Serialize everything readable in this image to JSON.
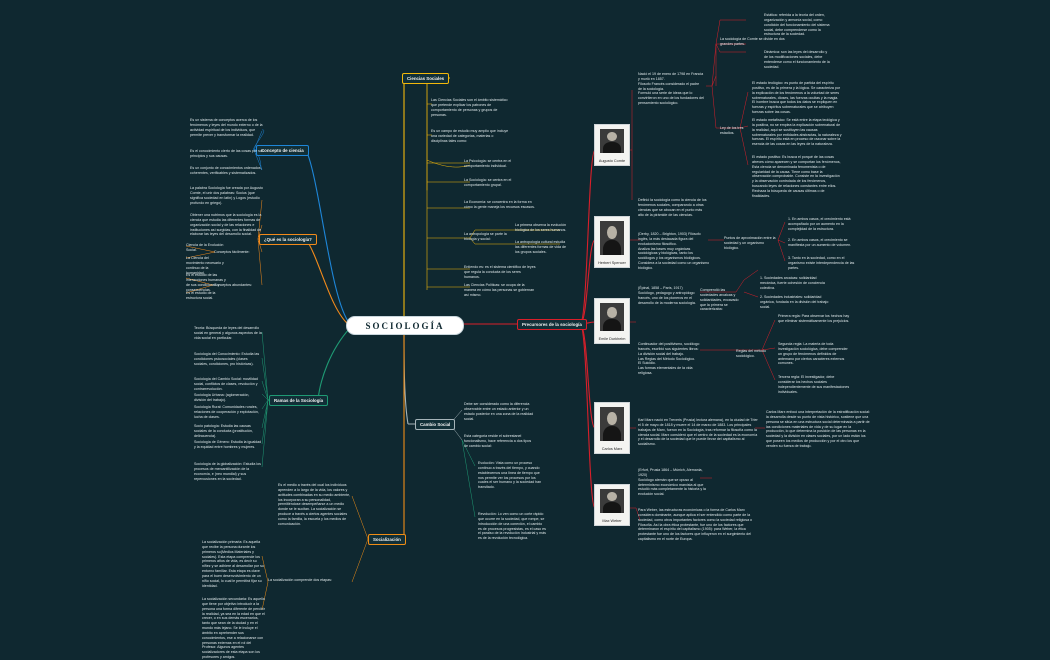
{
  "root": {
    "label": "SOCIOLOGÍA"
  },
  "colors": {
    "background": "#0f2830",
    "ciencias": "#f2b80b",
    "concepto": "#1e86d8",
    "que_es": "#f28a1b",
    "ramas": "#1f9a74",
    "cambio": "#a5b4b9",
    "precursores": "#d91f2a",
    "socializacion": "#ef8d16"
  },
  "branches": {
    "ciencias_sociales": {
      "label": "Ciencias Sociales",
      "items": [
        "Las Ciencias Sociales son el ámbito sistemático que pretende explicar los patrones de comportamiento de personas y grupos de personas.",
        "Es un campo de estudio muy amplio que incluye una variedad de categorías, materias o disciplinas tales como:",
        "La Psicología: se centra en el comportamiento individual.",
        "La Sociología: se centra en el comportamiento grupal.",
        "La Economía: se concentra en la forma en cómo la gente maneja los recursos escasos.",
        "La antropología se parte la biología y social:",
        "Entiendo es: es el sistema científico de leyes que regula la conducta de los seres humanos.",
        "Las Ciencias Políticas: se ocupa de la manera en cómo las personas se gobiernan así mismo."
      ],
      "antropologia": [
        "La primera observa la evolución biológica de los seres humanos.",
        "La antropología cultural estudia las diferentes formas de vida de los grupos sociales."
      ]
    },
    "concepto_ciencia": {
      "label": "Concepto de ciencia",
      "items": [
        "Es un sistema de conceptos acerca de los fenómenos y leyes del mundo externo o de la actividad espiritual de los individuos, que permite prever y transformar la realidad.",
        "Es el conocimiento cierto de las cosas por sus principios y sus causas.",
        "Es un conjunto de conocimientos ordenados, coherentes, verificables y sistematizados."
      ]
    },
    "que_es": {
      "label": "¿Qué es la sociología?",
      "intro": [
        "La palabra Sociología fue creada por Augusto Comte, el unir dos palabras: Socius (que significa sociedad en latín) y Logos (estudio profundo en griego).",
        "Obtener una nutrimos que la sociología es la ciencia que estudia las diferentes formas de organización social y de las relaciones e instituciones así surgidas, con la finalidad de elaborar las leyes del desarrollo social."
      ],
      "groups": [
        {
          "label": "Conceptos fácilmente:",
          "items": [
            "Ciencia de la Evolución Social.",
            "La Ciencia del movimiento necesario y continuo de la humanidad."
          ]
        },
        {
          "label": "Conceptos abundantes:",
          "items": [
            "Es el estudio de las interacciones humanas y de sus condiciones y consecuencias.",
            "Es el estudio de la estructura social."
          ]
        }
      ]
    },
    "ramas": {
      "label": "Ramas de la Sociología",
      "items": [
        "Teoría: Búsqueda de leyes del desarrollo social en general y algunos aspectos de la vida social en particular.",
        "Sociología del Conocimiento: Estudia las condiciones psicosociales (clases sociales, condiciones, pro históricas).",
        "Sociología del Cambio Social: movilidad social, conflictos de clases, revolución y contrarrevolución.",
        "Sociología Urbana: (aglomeración, división del trabajo).",
        "Sociología Rural: Comunidades rurales, relaciones de cooperación y explotación, lucha de clases.",
        "Socio patología: Estudia las causas sociales de la conducta (prostitución, delincuencia).",
        "Sociología de Género: Estudia la igualdad y la equidad entre hombres y mujeres.",
        "Sociología de la globalización: Estudia los procesos de mercantilización de la economía, e (neo mundial) y sus repercusiones en la sociedad."
      ]
    },
    "cambio_social": {
      "label": "Cambio Social",
      "items": [
        "Debe ser considerado como la diferencia observable entre un estado anterior y un estado posterior en una zona de la realidad social.",
        "Esta categoría reside el sobrestanel funcionalismo, hace referencia a dos tipos de cambio social:"
      ],
      "types": [
        "Evolución: Vista como un proceso continuo a través del tiempo, y cuando establecemos una línea de tiempo que nos permite ver los procesos por los cuales el ser humano y la sociedad han transitado.",
        "Revolución: Lo ven como un corte rápido que ocurre en la sociedad, que rompe, se introducción de una conexión, el cambio es de procesos progresistas, es el caso es el paraiso de la revolución Industrial y más es de la revolución tecnológica."
      ]
    },
    "socializacion": {
      "label": "Socialización",
      "intro": "Es el medio a través del cual los individuos aprenden a lo largo de la vida, los valores y actitudes combinadas en su medio ambiente, los incorporan a su personalidad, permitiéndose desempeñarse a un medio donde se le sucitan. La socialización se produce a través a ciertos agentes sociales como la familia, la escuela y los medios de comunicación.",
      "connector": "La socialización comprende dos etapas:",
      "stages": [
        "La socialización primaria: Es aquella que recibe la persona durante los primeros su(Medios Materiales y sociales). Esta etapa comprende los primeros años de vida, es decir su niñez y se adhiere al desarrollar por su entorno familiar. Esta etapa es clave para el buen desenvolvimiento de un niño social, lo cual le permitirá fijar su identidad.",
        "La socialización secundaria: Es aquella que tiene por objetivo introducir a la persona una forma diferente de percibir la realidad, ya sea en la edad en que el crecer, o en sus demás escenarios, tanto que sean de la ciudad y en el mundo más lejano. Se le incluye el ámbito en aprehender sus conocimientos, ese a relacionarse con personas externas en el rol del Profesor. Algunos agentes socializadores de esta etapa son los profesores y amigos."
      ]
    },
    "precursores": {
      "label": "Precursores de la sociología",
      "comte": {
        "name": "Augusto Comte",
        "bio": "Nació el 19 de enero de 1798 en Francia y murió en 1857.\nFilosofo Francés considerado el padre de la sociología.\nFormuló una serie de ideas que lo convirtieron en uno de los fundadores del pensamiento sociológico.",
        "thesis": "La sociología de Comte se divide en dos grandes partes.",
        "parts": [
          "Estática: referida a la teoría del orden, organización y armonía social, como condición del funcionamiento del sistema social, debe comprenderse como la estructura de la sociedad.",
          "Dinámica: son las leyes del desarrollo y de los modificaciones sociales, debe entenderse como el funcionamiento de la sociedad."
        ],
        "law": "Ley de los tres estadios.",
        "stages": [
          "El estado teológico: es punto de partida del espíritu positivo, es de la primera y la lógica. Se caracteriza por la explicación de los fenómenos a la voluntad de seres sobrenaturales, dioses, las fuerzas ocultas y la magia. El hombre busca que todos los datos se expliquen en fuerzas y espíritus sobrenaturales que se atribuyen fuerzas sobre las cosas.",
          "El estado metafísico: Se está entre la etapa teológica y la positiva, no se emplea la explicación sobrenatural de la realidad, aquí se sustituyen las causas sobrenaturales por entidades abstractas, la naturaleza y fuerzas. El espíritu está en proceso de razonar sobre la esencia de las cosas en las leyes de la naturaleza.",
          "El estado positivo: Es busca el porqué de las cosas atreves cómo aparecen y se comportan los fenómenos, Esta ciencia se denominada fenomenista o de regularidad de la causa. Tiene como base la observación comprobable. Consiste en la investigación y la observación controlada de los fenómenos, buscando leyes de relaciones constantes entre ellos. Rechaza la búsqueda de causas últimas o de finalidades."
        ],
        "closing": "Definió la sociología como la ciencia de los fenómenos sociales, comparando a otras ciencias que se abocan en el punto más alto de la pirámide de las ciencias."
      },
      "spencer": {
        "name": "Herbert Spencer",
        "bio": "(Derby, 1820 – Brighton, 1903) Filósofo inglés, la más destacada figura del evolucionismo filosófico.\nAnaliza las bases muy orgánicas sociológicas y biológicas, tanto los sociólogos y los organismos biológicos.\nConsidera a la sociedad como un organismo biológico.",
        "group": "Puntos de aproximación entre la sociedad y un organismo biológico.",
        "points": [
          "1. En ambos casos, el crecimiento está acompañado por un aumento en la complejidad de la estructura.",
          "2. En ambos casos, el crecimiento se manifiesta por un aumento de volumen.",
          "3. Tanto en la sociedad, como en el organismo existe interdependencia de las partes."
        ]
      },
      "durkheim": {
        "name": "Emile Durkheim",
        "bio": "(Épinal, 1858 – París, 1917) Sociólogo, pedagogo y antropólogo francés, uno de los pioneros en el desarrollo de la moderna sociología.",
        "group": "Comprendió las sociedades arcaicas y solidaridades, excavado que la primera se caracterizaba:",
        "points": [
          "1. Sociedades arcaicas: solidaridad mecánica, fuerte cohesión de conciencia colectiva.",
          "2. Sociedades industriales: solidaridad orgánica, fundada en la división del trabajo social."
        ],
        "bio2": "Continuador del positivismo, sociólogo francés, escribió sus siguientes libros:\nLa división social del trabajo.\nLas Reglas del Método Sociológico.\nEl Suicidio.\nLas formas elementales de la vida religiosa.",
        "group2": "Reglas del método sociológico.",
        "rules": [
          "Primera regla: Para observar los hechos hay que eliminar sistemáticamente los prejuicios.",
          "Segunda regla: La materia de toda investigación sociológica, debe comprender un grupo de fenómenos definidos de antemano por ciertos caracteres externos comunes.",
          "Tercera regla: El investigador, debe considerar los hechos sociales independientemente de sus manifestaciones individuales."
        ]
      },
      "marx": {
        "name": "Carlos Marx",
        "bio": "Karl Marx nació en Treveris (Prusia) lectura alemana), en la ciudad de Trier el 5 de mayo de 1818 y muere el 14 de marzo de 1883. Los principales trabajos de Marx, fueron en la Sociología, tras reformar la filosofía como la ciencia social. Marx consideró que el centro de la sociedad es la economía y el desarrollo de la sociedad que le puede llevar del capitalismo al socialismo.",
        "concept": "Carlos Marx enfocó una interpretación de la estratificación social: la desarrolla desde su punto de vista histórico, sostiene que una persona se sitúa en una estructura social determinada a partir de las condiciones materiales de vida y de su lugar en la producción, lo que determina la posición de las personas en la sociedad y la división en clases sociales, por un lado están los que poseen los medios de producción y por el otro los que venden su fuerza de trabajo."
      },
      "weber": {
        "name": "Max Weber",
        "bio": "(Erfurt, Prusia 1864 – Múnich, Alemania, 1920)\nSociólogo alemán que se opuso al determinismo económico marxista al que estudió más completamente la historia y la evolución social.",
        "body": "Para Weber, las estructuras económicas o la forma de Carlos Marx considera dominante, aunque aplica el ser entendido como parte de la sociedad, como otros importantes factores como la sociedad religiosa o Filosofía. Así la obra ética protestante, fue uno de los factores que determinaron el espíritu del capitalismo (1905): para Weber, la ética protestante fue uno de los factores que influyeron en el surgimiento del capitalismo en el norte de Europa."
      }
    }
  }
}
